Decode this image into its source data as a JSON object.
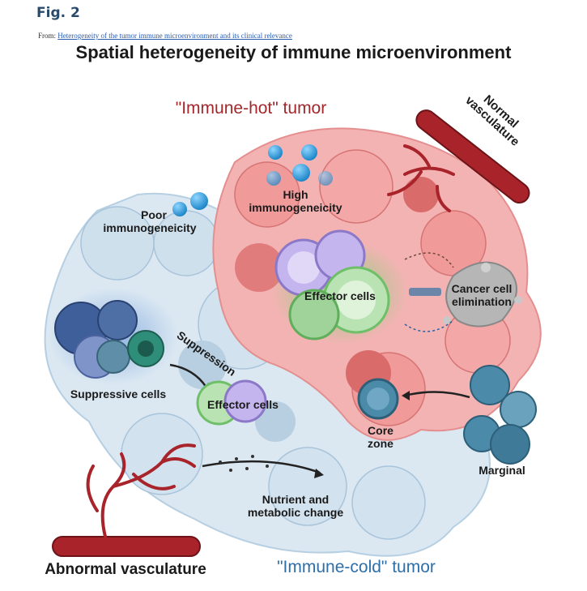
{
  "figure": {
    "label": "Fig. 2",
    "from_prefix": "From: ",
    "from_link": "Heterogeneity of the tumor immune microenvironment and its clinical relevance",
    "title": "Spatial heterogeneity of immune microenvironment"
  },
  "diagram": {
    "hot_tumor": "\"Immune-hot\" tumor",
    "cold_tumor": "\"Immune-cold\" tumor",
    "normal_vasculature": "Normal vasculature",
    "high_immunogeneicity_1": "High",
    "high_immunogeneicity_2": "immunogeneicity",
    "poor_immunogeneicity_1": "Poor",
    "poor_immunogeneicity_2": "immunogeneicity",
    "effector_cells_hot": "Effector cells",
    "cancer_cell_elimination_1": "Cancer cell",
    "cancer_cell_elimination_2": "elimination",
    "suppressive_cells": "Suppressive cells",
    "suppression": "Suppression",
    "effector_cells_cold": "Effector cells",
    "core_zone_1": "Core",
    "core_zone_2": "zone",
    "marginal": "Marginal",
    "nutrient_1": "Nutrient and",
    "nutrient_2": "metabolic change",
    "abnormal_vasculature": "Abnormal vasculature"
  },
  "colors": {
    "hot_region": "#f2a3a3",
    "cold_region": "#c9dcea",
    "vessel": "#b5262a",
    "effector_green": "#9fd39a",
    "effector_purple": "#b9a9e6",
    "suppressive_blue": "#4a6fa3",
    "marginal_teal": "#4b8aa8"
  }
}
